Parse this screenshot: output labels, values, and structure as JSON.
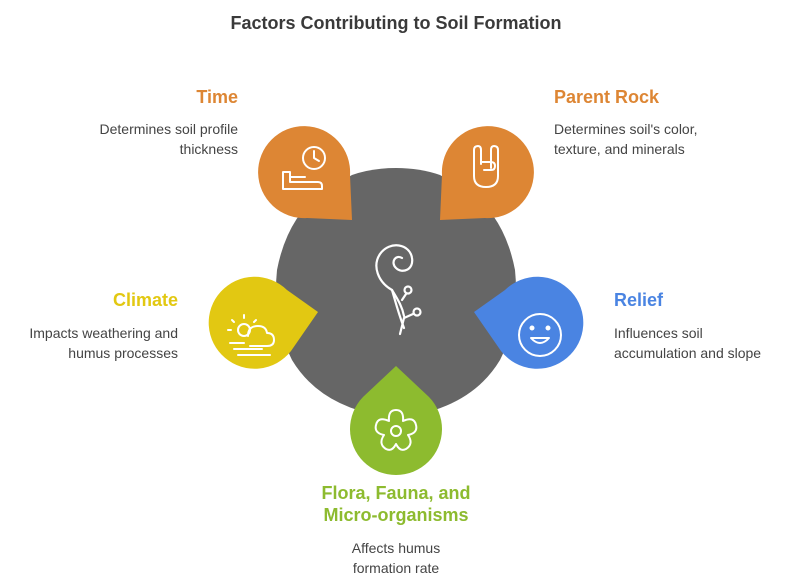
{
  "title": "Factors Contributing to Soil Formation",
  "colors": {
    "center": "#666666",
    "orange": "#DD8634",
    "yellow": "#E2C812",
    "blue": "#4A84E2",
    "green": "#8DBB2F",
    "title_text": "#3a3a3a",
    "desc_text": "#444444"
  },
  "center": {
    "icon": "sprout-icon"
  },
  "factors": [
    {
      "key": "time",
      "label": "Time",
      "description_lines": [
        "Determines soil profile",
        "thickness"
      ],
      "icon": "clock-hand-icon",
      "color": "#DD8634"
    },
    {
      "key": "parent_rock",
      "label": "Parent Rock",
      "description_lines": [
        "Determines soil's color,",
        "texture, and minerals"
      ],
      "icon": "rock-hand-icon",
      "color": "#DD8634"
    },
    {
      "key": "climate",
      "label": "Climate",
      "description_lines": [
        "Impacts weathering and",
        "humus processes"
      ],
      "icon": "sun-cloud-wind-icon",
      "color": "#E2C812"
    },
    {
      "key": "relief",
      "label": "Relief",
      "description_lines": [
        "Influences soil",
        "accumulation and slope"
      ],
      "icon": "smiley-icon",
      "color": "#4A84E2"
    },
    {
      "key": "flora",
      "label_lines": [
        "Flora, Fauna, and",
        "Micro-organisms"
      ],
      "description_lines": [
        "Affects humus",
        "formation rate"
      ],
      "icon": "flower-icon",
      "color": "#8DBB2F"
    }
  ]
}
